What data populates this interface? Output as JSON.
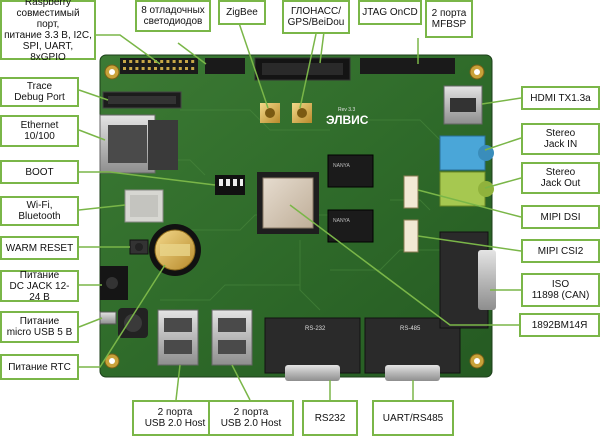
{
  "labels": {
    "raspberry": [
      "Raspberry",
      "совместимый порт,",
      "питание 3.3 В, I2C,",
      "SPI, UART, 8xGPIO"
    ],
    "leds": [
      "8 отладочных",
      "светодиодов"
    ],
    "zigbee": [
      "ZigBee"
    ],
    "glonass": [
      "ГЛОНАСС/",
      "GPS/BeiDou"
    ],
    "jtag": [
      "JTAG OnCD"
    ],
    "mfbsp": [
      "2 порта",
      "MFBSP"
    ],
    "trace": [
      "Trace",
      "Debug Port"
    ],
    "ethernet": [
      "Ethernet",
      "10/100"
    ],
    "boot": [
      "BOOT"
    ],
    "wifi": [
      "Wi-Fi,",
      "Bluetooth"
    ],
    "warm_reset": [
      "WARM RESET"
    ],
    "dc_jack": [
      "Питание",
      "DC JACK 12-24 В"
    ],
    "micro_usb": [
      "Питание",
      "micro USB 5 В"
    ],
    "rtc": [
      "Питание RTC"
    ],
    "usb_host_1": [
      "2 порта",
      "USB 2.0 Host"
    ],
    "usb_host_2": [
      "2 порта",
      "USB 2.0 Host"
    ],
    "rs232": [
      "RS232"
    ],
    "uart_rs485": [
      "UART/RS485"
    ],
    "hdmi": [
      "HDMI TX1.3a"
    ],
    "jack_in": [
      "Stereo",
      "Jack IN"
    ],
    "jack_out": [
      "Stereo",
      "Jack Out"
    ],
    "mipi_dsi": [
      "MIPI DSI"
    ],
    "mipi_csi": [
      "MIPI CSI2"
    ],
    "can": [
      "ISO",
      "11898 (CAN)"
    ],
    "cpu": [
      "1892ВМ14Я"
    ]
  },
  "board": {
    "logo": "ЭЛВИС",
    "rev": "Rev 3.3",
    "chip_mark": "NANYA",
    "port_label_rs232": "RS-232",
    "port_label_rs485": "RS-485"
  },
  "colors": {
    "label_border": "#7ab648",
    "leader_line": "#7ab648",
    "pcb": "#2f6b2a",
    "pcb_dark": "#234f20"
  }
}
